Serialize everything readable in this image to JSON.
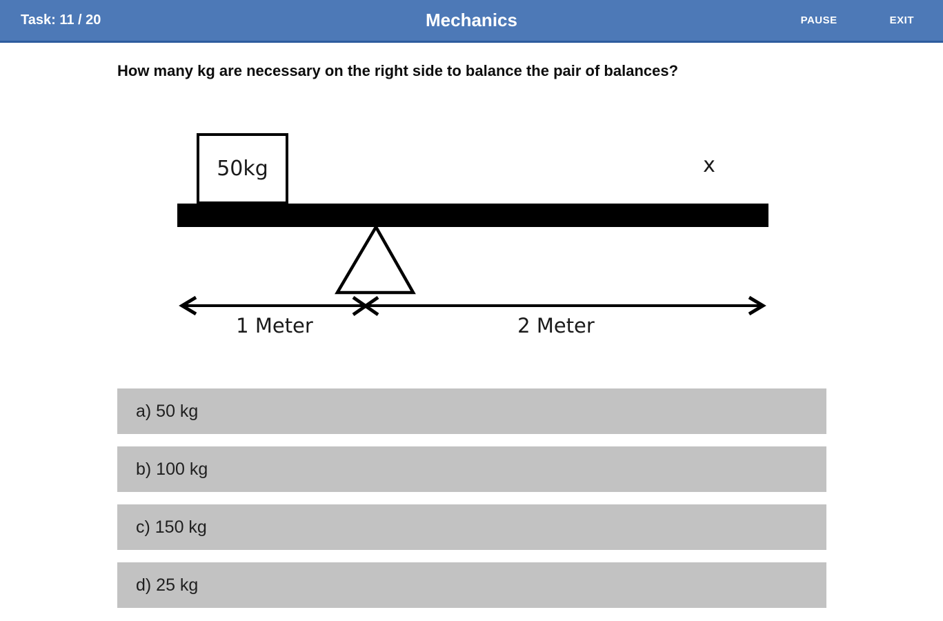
{
  "header": {
    "task_label": "Task: 11 / 20",
    "title": "Mechanics",
    "pause_label": "PAUSE",
    "exit_label": "EXIT"
  },
  "question": "How many kg are necessary on the right side to balance the pair of balances?",
  "diagram": {
    "weight_label": "50kg",
    "unknown_label": "x",
    "left_distance_label": "1 Meter",
    "right_distance_label": "2 Meter"
  },
  "options": [
    {
      "key": "a",
      "label": "a) 50 kg"
    },
    {
      "key": "b",
      "label": "b) 100 kg"
    },
    {
      "key": "c",
      "label": "c) 150 kg"
    },
    {
      "key": "d",
      "label": "d) 25 kg"
    }
  ],
  "colors": {
    "header_bg": "#4d79b7",
    "header_border": "#2e5c9e",
    "option_bg": "#c2c2c2",
    "diagram_ink": "#000000"
  }
}
